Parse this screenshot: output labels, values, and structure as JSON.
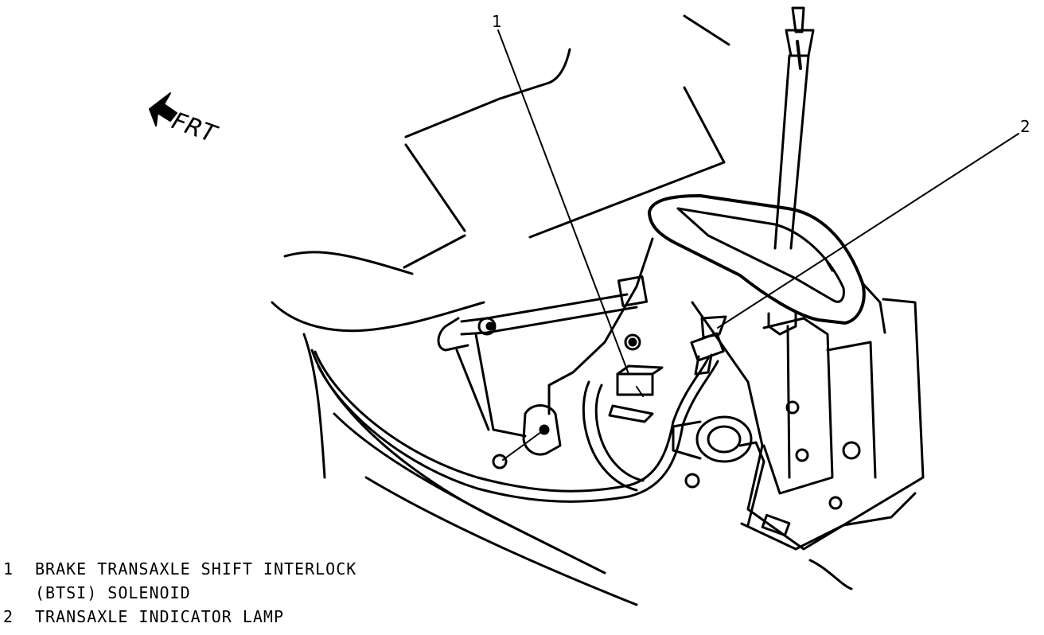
{
  "diagram": {
    "orientation_label": "FRT",
    "callouts": [
      {
        "num": "1"
      },
      {
        "num": "2"
      }
    ]
  },
  "legend": [
    {
      "num": "1",
      "lines": [
        "BRAKE TRANSAXLE SHIFT INTERLOCK",
        "(BTSI) SOLENOID"
      ]
    },
    {
      "num": "2",
      "lines": [
        "TRANSAXLE INDICATOR LAMP"
      ]
    }
  ]
}
